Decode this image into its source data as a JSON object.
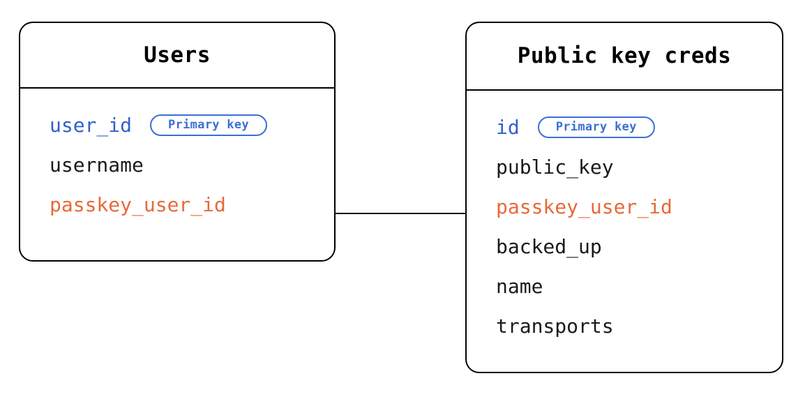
{
  "diagram": {
    "type": "entity-relationship-diagram",
    "background_color": "#ffffff",
    "colors": {
      "border": "#000000",
      "text": "#1a1a1a",
      "primary_key_text": "#3260cc",
      "badge_border": "#3b6fd4",
      "badge_text": "#3b6fd4",
      "foreign_key_text": "#e8693a",
      "relationship_line": "#111111"
    },
    "entities": [
      {
        "id": "users",
        "title": "Users",
        "fields": [
          {
            "name": "user_id",
            "role": "primary-key",
            "badge": "Primary key"
          },
          {
            "name": "username",
            "role": "plain",
            "badge": null
          },
          {
            "name": "passkey_user_id",
            "role": "foreign-key",
            "badge": null
          }
        ]
      },
      {
        "id": "public-key-creds",
        "title": "Public key creds",
        "fields": [
          {
            "name": "id",
            "role": "primary-key",
            "badge": "Primary key"
          },
          {
            "name": "public_key",
            "role": "plain",
            "badge": null
          },
          {
            "name": "passkey_user_id",
            "role": "foreign-key",
            "badge": null
          },
          {
            "name": "backed_up",
            "role": "plain",
            "badge": null
          },
          {
            "name": "name",
            "role": "plain",
            "badge": null
          },
          {
            "name": "transports",
            "role": "plain",
            "badge": null
          }
        ]
      }
    ],
    "relationships": [
      {
        "id": "users-creds",
        "from_entity": "users",
        "from_field": "passkey_user_id",
        "to_entity": "public-key-creds",
        "to_field": "passkey_user_id",
        "label": ""
      }
    ]
  }
}
